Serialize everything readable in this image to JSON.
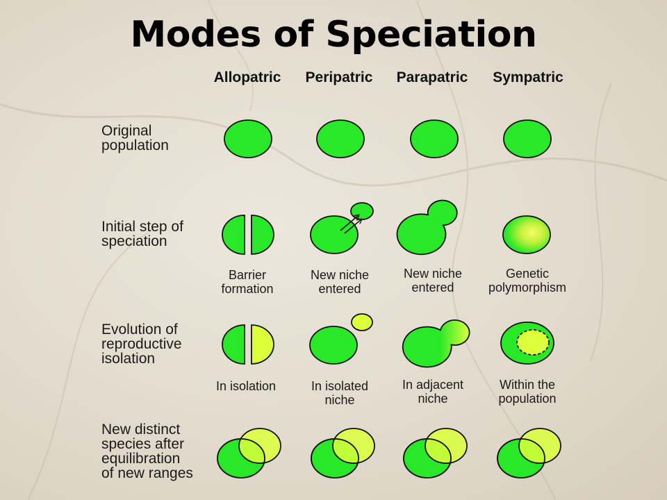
{
  "title": "Modes of Speciation",
  "columns": [
    "Allopatric",
    "Peripatric",
    "Parapatric",
    "Sympatric"
  ],
  "rows": [
    {
      "label_lines": [
        "Original",
        "population"
      ]
    },
    {
      "label_lines": [
        "Initial step of",
        "speciation"
      ]
    },
    {
      "label_lines": [
        "Evolution of",
        "reproductive",
        "isolation"
      ]
    },
    {
      "label_lines": [
        "New distinct",
        "species after",
        "equilibration",
        "of new ranges"
      ]
    }
  ],
  "initial_step_captions": [
    [
      "Barrier",
      "formation"
    ],
    [
      "New niche",
      "entered"
    ],
    [
      "New niche",
      "entered"
    ],
    [
      "Genetic",
      "polymorphism"
    ]
  ],
  "isolation_captions": [
    [
      "In isolation"
    ],
    [
      "In isolated",
      "niche"
    ],
    [
      "In adjacent",
      "niche"
    ],
    [
      "Within the",
      "population"
    ]
  ],
  "colors": {
    "population_green": "#28e828",
    "diverged_yellow": "#dcff3c",
    "outline": "#111111"
  }
}
